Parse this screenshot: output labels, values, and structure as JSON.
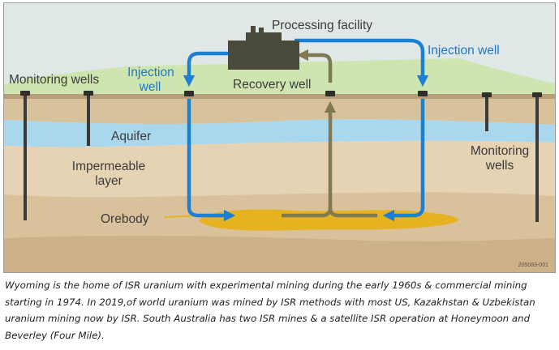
{
  "figure": {
    "labels": {
      "processing_facility": "Processing facility",
      "injection_well_left_1": "Injection",
      "injection_well_left_2": "well",
      "injection_well_right": "Injection well",
      "recovery_well": "Recovery well",
      "monitoring_wells_left": "Monitoring wells",
      "monitoring_wells_right_1": "Monitoring",
      "monitoring_wells_right_2": "wells",
      "aquifer": "Aquifer",
      "impermeable_1": "Impermeable",
      "impermeable_2": "layer",
      "orebody": "Orebody"
    },
    "figure_id": "205083-001",
    "colors": {
      "sky": "#dfe8e6",
      "hill": "#cfe5b0",
      "soil_top": "#d8c29c",
      "aquifer": "#a9d8ee",
      "impermeable": "#e6d3b4",
      "lower_soil": "#d9c19b",
      "orebody": "#e7b21f",
      "injection_flow": "#1d7fd1",
      "recovery_flow": "#7f7a52",
      "facility": "#4a4a3c"
    }
  },
  "caption": "Wyoming is the home of ISR uranium with experimental mining during the early 1960s & commercial mining starting in 1974. In 2019,of world uranium was mined by ISR methods with most US, Kazakhstan & Uzbekistan uranium mining now by ISR. South Australia has two ISR mines & a satellite ISR operation at Honeymoon and Beverley (Four Mile)."
}
